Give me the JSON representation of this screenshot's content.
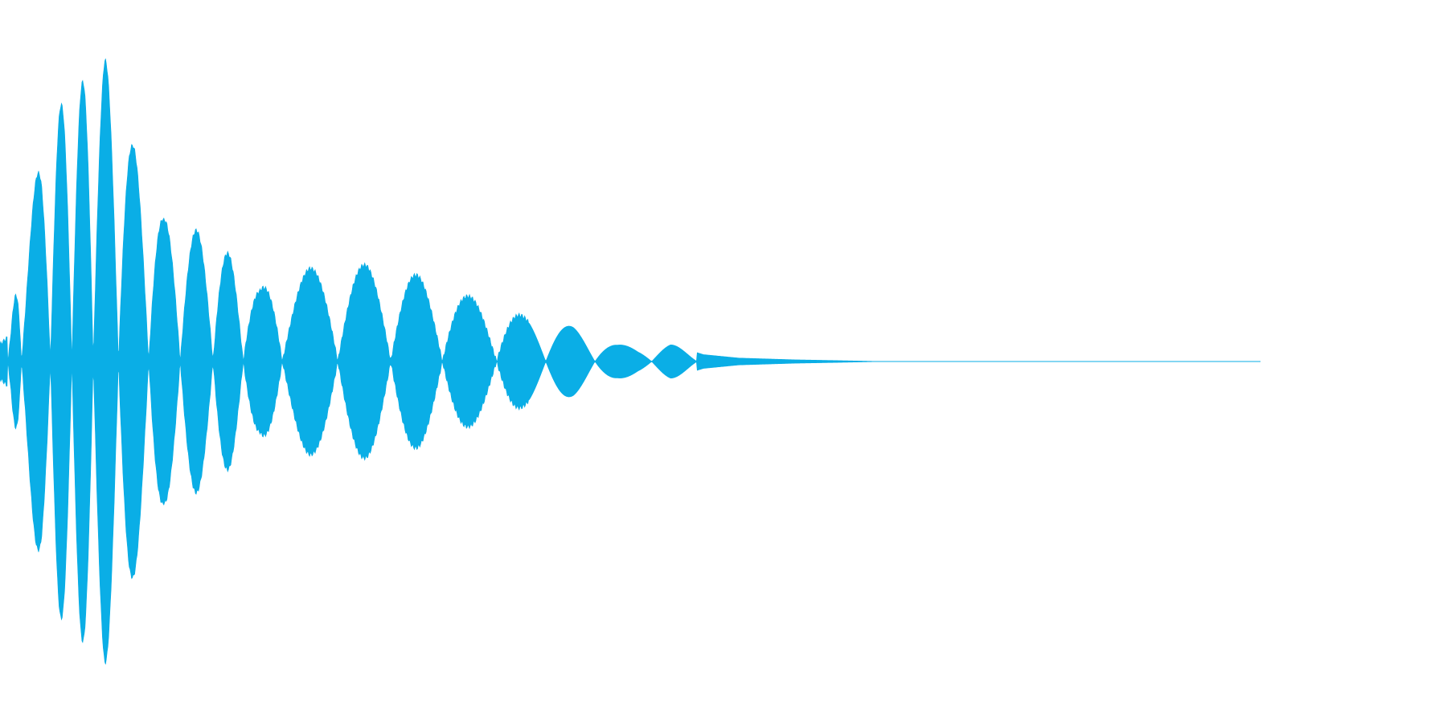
{
  "waveform": {
    "color": "#0aaee6",
    "background": "#ffffff",
    "envelope": [
      {
        "t": 0.0,
        "a": 0.05
      },
      {
        "t": 0.006,
        "a": 0.07
      },
      {
        "t": 0.012,
        "a": 0.19
      },
      {
        "t": 0.025,
        "a": 0.45
      },
      {
        "t": 0.033,
        "a": 0.62
      },
      {
        "t": 0.045,
        "a": 0.73
      },
      {
        "t": 0.063,
        "a": 0.8
      },
      {
        "t": 0.083,
        "a": 0.88
      },
      {
        "t": 0.105,
        "a": 0.63
      },
      {
        "t": 0.13,
        "a": 0.41
      },
      {
        "t": 0.156,
        "a": 0.38
      },
      {
        "t": 0.182,
        "a": 0.31
      },
      {
        "t": 0.206,
        "a": 0.21
      },
      {
        "t": 0.246,
        "a": 0.27
      },
      {
        "t": 0.291,
        "a": 0.28
      },
      {
        "t": 0.331,
        "a": 0.25
      },
      {
        "t": 0.371,
        "a": 0.19
      },
      {
        "t": 0.416,
        "a": 0.13
      },
      {
        "t": 0.455,
        "a": 0.1
      },
      {
        "t": 0.49,
        "a": 0.05
      },
      {
        "t": 0.506,
        "a": 0.04
      },
      {
        "t": 0.532,
        "a": 0.05
      },
      {
        "t": 0.558,
        "a": 0.02
      },
      {
        "t": 0.586,
        "a": 0.01
      },
      {
        "t": 0.63,
        "a": 0.005
      },
      {
        "t": 0.66,
        "a": 0.003
      },
      {
        "t": 0.7,
        "a": 0.0
      },
      {
        "t": 1.0,
        "a": 0.0
      }
    ],
    "nulls": [
      0.006,
      0.017,
      0.04,
      0.057,
      0.074,
      0.094,
      0.118,
      0.143,
      0.169,
      0.193,
      0.224,
      0.268,
      0.31,
      0.351,
      0.394,
      0.433,
      0.472,
      0.517,
      0.553
    ]
  }
}
